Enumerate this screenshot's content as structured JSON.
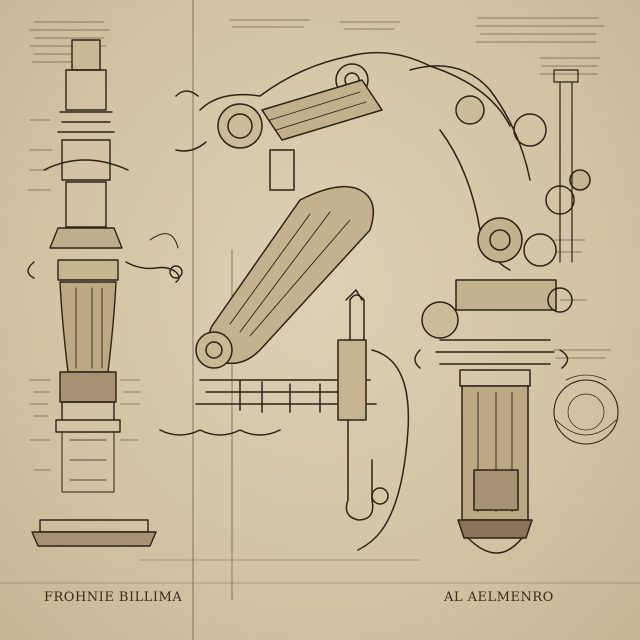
{
  "captions": {
    "left": "FROHNIE BILLIMA",
    "right": "AL AELMENRO"
  },
  "palette": {
    "paper": "#d6c7aa",
    "ink": "#2e2216",
    "faint_ink": "#6b5a45",
    "wash": "#8a7358"
  },
  "subject": {
    "left": "vertical mechanical column on plinth",
    "center": "articulated robotic arm",
    "right": "tall armored mechanical column",
    "small": "circular component sketch"
  }
}
